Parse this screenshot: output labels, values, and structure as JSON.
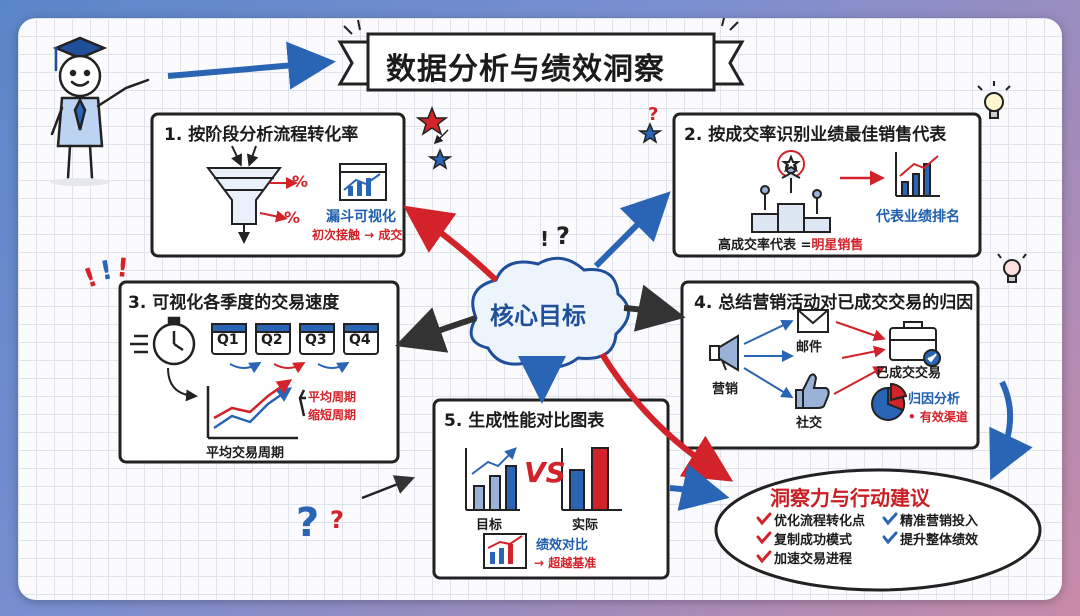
{
  "title": "数据分析与绩效洞察",
  "center": "核心目标",
  "box1": {
    "title": "1. 按阶段分析流程转化率",
    "percent": "%",
    "viz_label": "漏斗可视化",
    "flow_label": "初次接触 → 成交"
  },
  "box2": {
    "title": "2. 按成交率识别业绩最佳销售代表",
    "ranking_label": "代表业绩排名",
    "caption_prefix": "高成交率代表 =",
    "caption_star": "明星销售"
  },
  "box3": {
    "title": "3. 可视化各季度的交易速度",
    "quarters": [
      "Q1",
      "Q2",
      "Q3",
      "Q4"
    ],
    "legend_avg": "平均周期",
    "legend_short": "缩短周期",
    "x_label": "平均交易周期"
  },
  "box4": {
    "title": "4. 总结营销活动对已成交交易的归因",
    "marketing": "营销",
    "email": "邮件",
    "social": "社交",
    "closed": "已成交交易",
    "attribution": "归因分析",
    "channels": "• 有效渠道"
  },
  "box5": {
    "title": "5. 生成性能对比图表",
    "vs": "VS",
    "target": "目标",
    "actual": "实际",
    "perf_compare": "绩效对比",
    "exceed": "→ 超越基准"
  },
  "insights": {
    "title": "洞察力与行动建议",
    "items_left": [
      "优化流程转化点",
      "复制成功模式",
      "加速交易进程"
    ],
    "items_right": [
      "精准营销投入",
      "提升整体绩效"
    ]
  },
  "colors": {
    "blue": "#1f5fae",
    "red": "#d2232a",
    "ink": "#1b1b1b"
  }
}
